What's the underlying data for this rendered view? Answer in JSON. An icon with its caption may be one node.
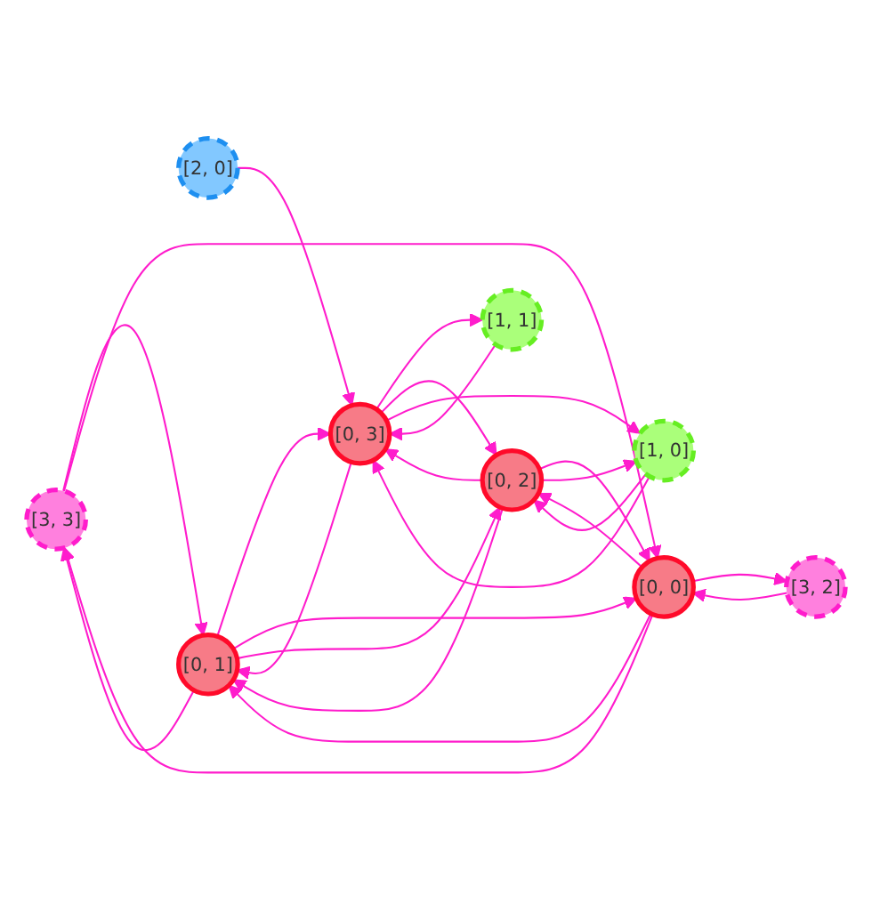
{
  "diagram": {
    "nodes": [
      {
        "text": [
          "[3, 3]"
        ]
      },
      {
        "text": [
          "[2, 0]"
        ]
      },
      {
        "text": [
          "[0, 1]"
        ]
      },
      {
        "text": [
          "[0, 0]"
        ]
      },
      {
        "text": [
          "[1, 1]"
        ]
      },
      {
        "text": [
          "[0, 3]"
        ]
      },
      {
        "text": [
          "[3, 2]"
        ]
      },
      {
        "text": [
          "[0, 2]"
        ]
      },
      {
        "text": [
          "[1, 0]"
        ]
      }
    ],
    "edges": [
      {
        "from": 1,
        "to": 5,
        "arrow": "to"
      },
      {
        "from": 4,
        "to": 5,
        "arrow": "to"
      },
      {
        "from": 5,
        "to": 4,
        "arrow": "to"
      },
      {
        "from": 5,
        "to": 2,
        "arrow": "to"
      },
      {
        "from": 2,
        "to": 5,
        "arrow": "to"
      },
      {
        "from": 5,
        "to": 7,
        "arrow": "to"
      },
      {
        "from": 7,
        "to": 5,
        "arrow": "to"
      },
      {
        "from": 5,
        "to": 8,
        "arrow": "to"
      },
      {
        "from": 8,
        "to": 5,
        "arrow": "to"
      },
      {
        "from": 2,
        "to": 0,
        "arrow": "to"
      },
      {
        "from": 0,
        "to": 2,
        "arrow": "to"
      },
      {
        "from": 2,
        "to": 3,
        "arrow": "to"
      },
      {
        "from": 3,
        "to": 2,
        "arrow": "to"
      },
      {
        "from": 2,
        "to": 7,
        "arrow": "to"
      },
      {
        "from": 7,
        "to": 2,
        "arrow": "to"
      },
      {
        "from": 3,
        "to": 0,
        "arrow": "to"
      },
      {
        "from": 0,
        "to": 3,
        "arrow": "to"
      },
      {
        "from": 3,
        "to": 6,
        "arrow": "to"
      },
      {
        "from": 6,
        "to": 3,
        "arrow": "to"
      },
      {
        "from": 3,
        "to": 7,
        "arrow": "to"
      },
      {
        "from": 7,
        "to": 3,
        "arrow": "to"
      },
      {
        "from": 8,
        "to": 7,
        "arrow": "to"
      },
      {
        "from": 7,
        "to": 8,
        "arrow": "to"
      }
    ]
  }
}
